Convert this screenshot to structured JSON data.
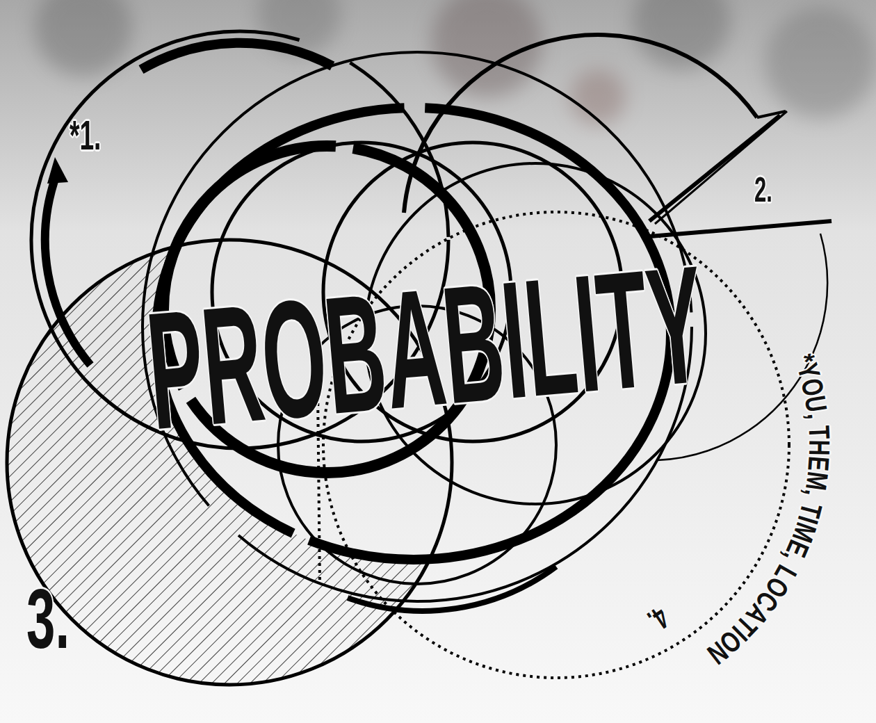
{
  "diagram": {
    "labels": [
      "*1.",
      "2.",
      "PROBABILITY",
      "*YOU, THEM, TIME, LOCATION",
      "3.",
      "4."
    ]
  }
}
